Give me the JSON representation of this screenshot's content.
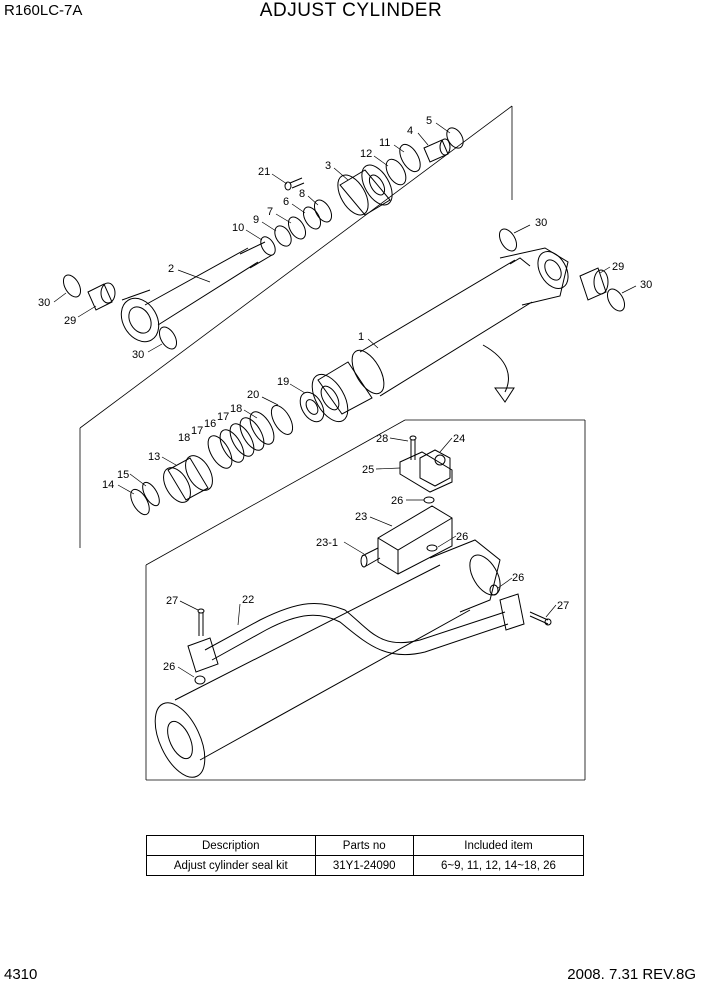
{
  "header": {
    "model": "R160LC-7A",
    "title": "ADJUST CYLINDER"
  },
  "footer": {
    "page": "4310",
    "revision": "2008. 7.31  REV.8G"
  },
  "callouts": {
    "c5": "5",
    "c4": "4",
    "c11": "11",
    "c12": "12",
    "c3": "3",
    "c21": "21",
    "c8": "8",
    "c6": "6",
    "c7": "7",
    "c9": "9",
    "c10": "10",
    "c2": "2",
    "c30a": "30",
    "c29a": "29",
    "c30b": "30",
    "c30c": "30",
    "c29b": "29",
    "c30d": "30",
    "c1": "1",
    "c19": "19",
    "c20": "20",
    "c18a": "18",
    "c17a": "17",
    "c16": "16",
    "c17b": "17",
    "c18b": "18",
    "c13": "13",
    "c15": "15",
    "c14": "14",
    "c28": "28",
    "c24": "24",
    "c25": "25",
    "c26a": "26",
    "c23": "23",
    "c23_1": "23-1",
    "c26b": "26",
    "c26c": "26",
    "c27a": "27",
    "c22": "22",
    "c27b": "27",
    "c26d": "26"
  },
  "kit_table": {
    "headers": [
      "Description",
      "Parts no",
      "Included item"
    ],
    "rows": [
      [
        "Adjust cylinder seal kit",
        "31Y1-24090",
        "6~9, 11, 12, 14~18, 26"
      ]
    ]
  }
}
